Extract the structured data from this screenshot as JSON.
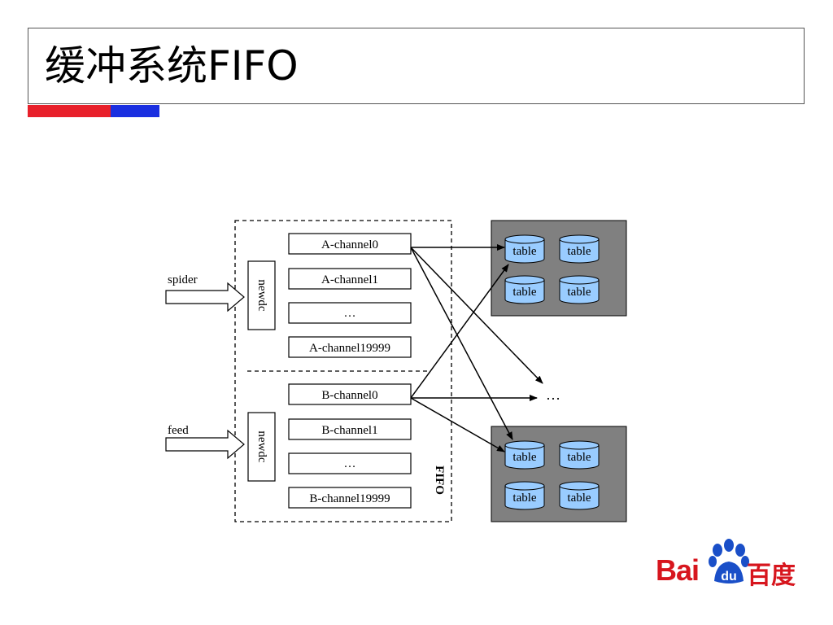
{
  "slide": {
    "title": "缓冲系统FIFO"
  },
  "diagram": {
    "inputs": [
      {
        "label": "spider"
      },
      {
        "label": "feed"
      }
    ],
    "newdc_label": "newdc",
    "fifo_label": "FIFO",
    "group_a": [
      "A-channel0",
      "A-channel1",
      "…",
      "A-channel19999"
    ],
    "group_b": [
      "B-channel0",
      "B-channel1",
      "…",
      "B-channel19999"
    ],
    "ellipsis": "…",
    "table_label": "table",
    "server_top_tables": [
      "table",
      "table",
      "table",
      "table"
    ],
    "server_bottom_tables": [
      "table",
      "table",
      "table",
      "table"
    ]
  },
  "logo": {
    "latin": "Baidu",
    "chinese": "百度"
  },
  "colors": {
    "accent_red": "#e8202a",
    "accent_blue": "#1a2fe0",
    "server_fill": "#808080",
    "db_fill": "#99ccff",
    "logo_red": "#d7161e",
    "logo_blue": "#1a4fc8"
  }
}
